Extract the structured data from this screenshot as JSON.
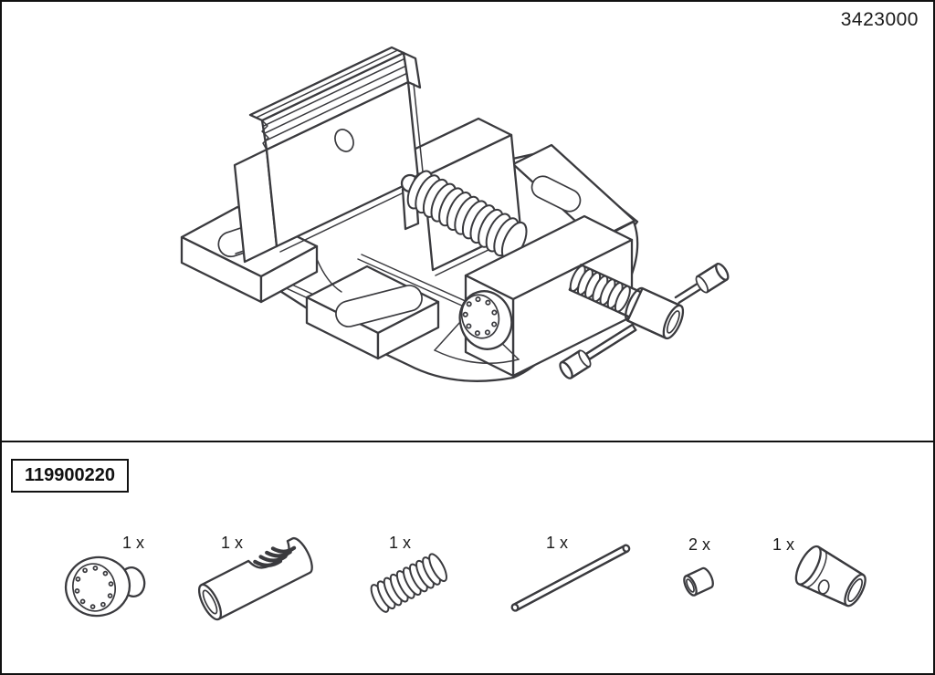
{
  "page": {
    "doc_number": "3423000"
  },
  "colors": {
    "line": "#3a3a3e",
    "background": "#ffffff",
    "border": "#111111"
  },
  "drawing": {
    "subject": "drill-press-vise-isometric-line-drawing"
  },
  "kit": {
    "kit_number": "119900220",
    "parts": [
      {
        "icon": "knurled-knob-icon",
        "qty": "1 x"
      },
      {
        "icon": "spring-sleeve-icon",
        "qty": "1 x"
      },
      {
        "icon": "compression-spring-icon",
        "qty": "1 x"
      },
      {
        "icon": "handle-rod-icon",
        "qty": "1 x"
      },
      {
        "icon": "handle-end-cap-icon",
        "qty": "2 x"
      },
      {
        "icon": "spindle-bushing-icon",
        "qty": "1 x"
      }
    ]
  }
}
